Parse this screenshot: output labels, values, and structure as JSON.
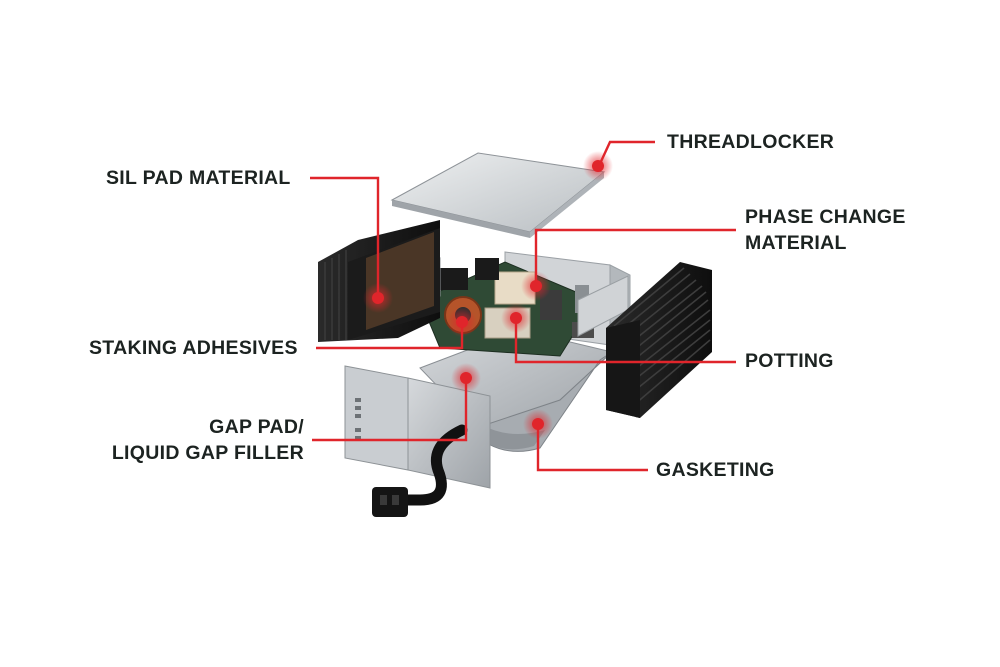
{
  "labels": {
    "threadlocker": "THREADLOCKER",
    "sil_pad": "SIL PAD MATERIAL",
    "phase_change": [
      "PHASE CHANGE",
      "MATERIAL"
    ],
    "staking": "STAKING ADHESIVES",
    "potting": "POTTING",
    "gap_pad": [
      "GAP PAD/",
      "LIQUID GAP FILLER"
    ],
    "gasketing": "GASKETING"
  },
  "colors": {
    "accent": "#e0252b",
    "text": "#1c2321",
    "background": "#ffffff"
  }
}
